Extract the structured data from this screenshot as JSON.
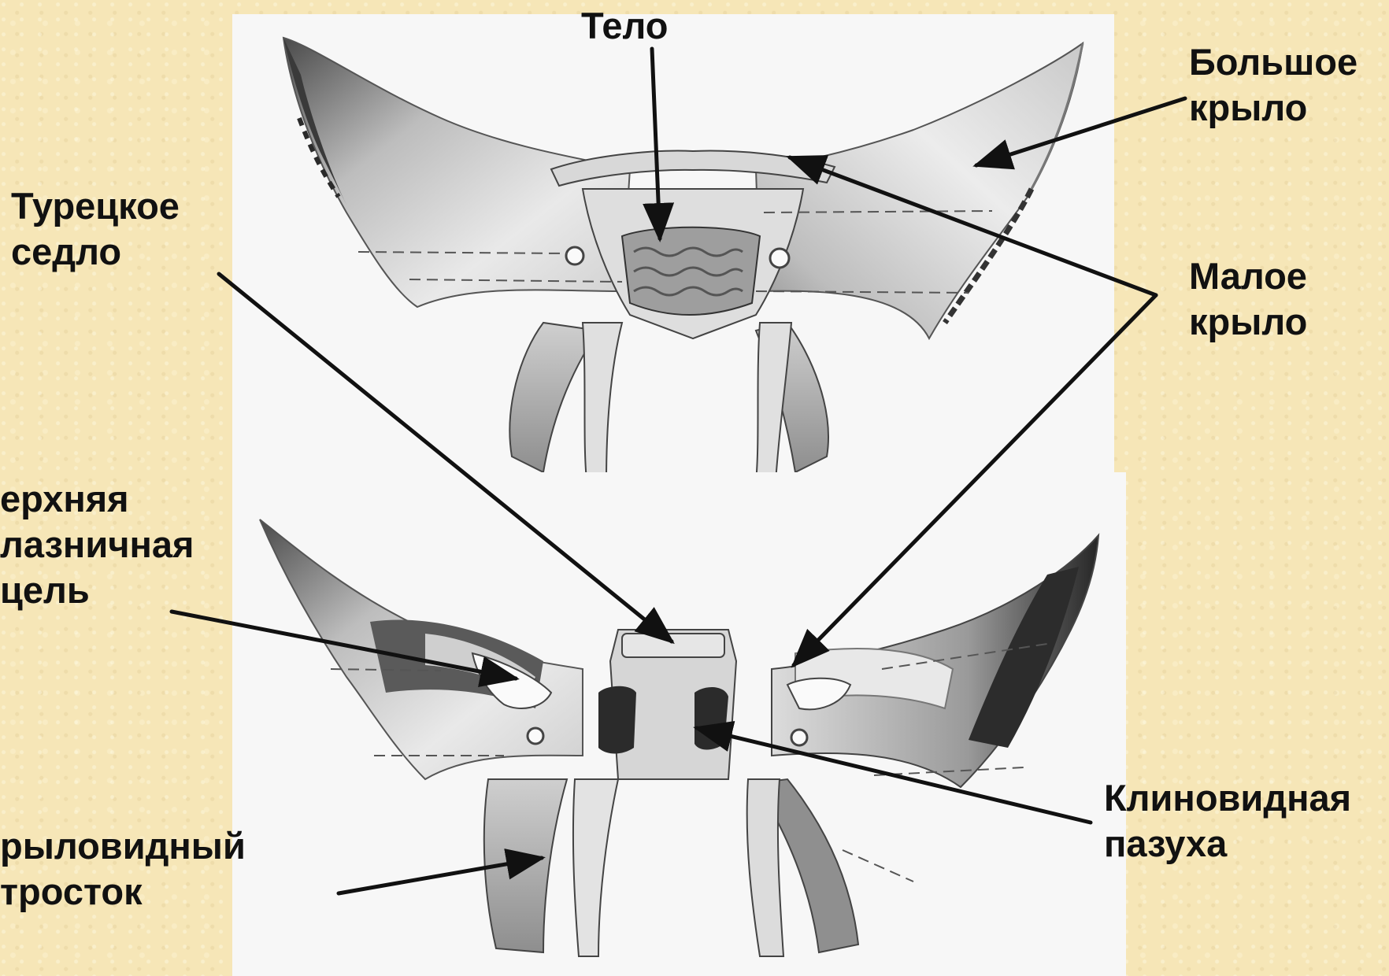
{
  "labels": {
    "body": {
      "lines": [
        "Тело"
      ]
    },
    "greater_wing": {
      "lines": [
        "Большое",
        "крыло"
      ]
    },
    "sella_turcica": {
      "lines": [
        "Турецкое",
        "седло"
      ]
    },
    "lesser_wing": {
      "lines": [
        "Малое",
        "крыло"
      ]
    },
    "superior_orbital_fissure": {
      "lines": [
        "ерхняя",
        "лазничная",
        "цель"
      ]
    },
    "sphenoid_sinus": {
      "lines": [
        "Клиновидная",
        "пазуха"
      ]
    },
    "pterygoid_process": {
      "lines": [
        "рыловидный",
        "тросток"
      ]
    }
  },
  "colors": {
    "background": "#f6e6b7",
    "panel": "#f7f7f7",
    "bone_light": "#e4e4e4",
    "bone_mid": "#a9a9a9",
    "bone_dark": "#3e3e3e",
    "arrow": "#111111"
  }
}
